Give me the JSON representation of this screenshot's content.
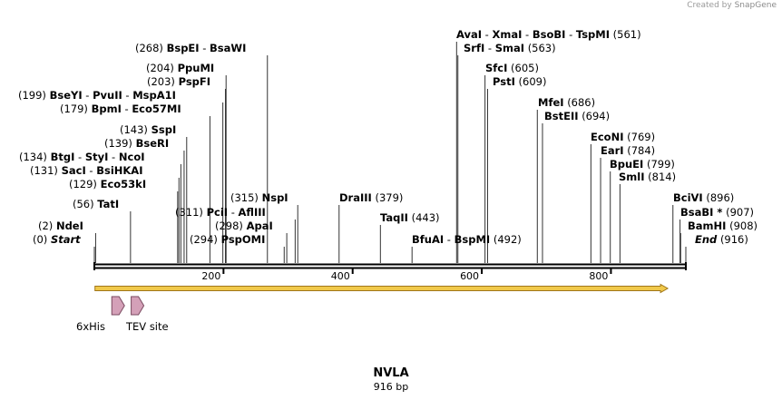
{
  "credit": {
    "prefix": "Created by",
    "brand": "SnapGene"
  },
  "map": {
    "title": "NVLA",
    "subtitle": "916 bp",
    "total_bp": 916,
    "ticks": [
      "200",
      "400",
      "600",
      "800"
    ],
    "features": [
      {
        "label": "6xHis",
        "start": 20,
        "end": 40
      },
      {
        "label": "TEV site",
        "start": 50,
        "end": 70
      }
    ],
    "orf": {
      "start": 1,
      "end": 888
    },
    "sites": [
      {
        "pos": 0,
        "pos_label": "(0)",
        "enzymes": [
          "Start"
        ],
        "italic": true
      },
      {
        "pos": 2,
        "pos_label": "(2)",
        "enzymes": [
          "NdeI"
        ]
      },
      {
        "pos": 56,
        "pos_label": "(56)",
        "enzymes": [
          "TatI"
        ]
      },
      {
        "pos": 129,
        "pos_label": "(129)",
        "enzymes": [
          "Eco53kI"
        ]
      },
      {
        "pos": 131,
        "pos_label": "(131)",
        "enzymes": [
          "SacI",
          "BsiHKAI"
        ]
      },
      {
        "pos": 134,
        "pos_label": "(134)",
        "enzymes": [
          "BtgI",
          "StyI",
          "NcoI"
        ]
      },
      {
        "pos": 139,
        "pos_label": "(139)",
        "enzymes": [
          "BseRI"
        ]
      },
      {
        "pos": 143,
        "pos_label": "(143)",
        "enzymes": [
          "SspI"
        ]
      },
      {
        "pos": 179,
        "pos_label": "(179)",
        "enzymes": [
          "BpmI",
          "Eco57MI"
        ]
      },
      {
        "pos": 199,
        "pos_label": "(199)",
        "enzymes": [
          "BseYI",
          "PvuII",
          "MspA1I"
        ]
      },
      {
        "pos": 203,
        "pos_label": "(203)",
        "enzymes": [
          "PspFI"
        ]
      },
      {
        "pos": 204,
        "pos_label": "(204)",
        "enzymes": [
          "PpuMI"
        ]
      },
      {
        "pos": 268,
        "pos_label": "(268)",
        "enzymes": [
          "BspEI",
          "BsaWI"
        ]
      },
      {
        "pos": 294,
        "pos_label": "(294)",
        "enzymes": [
          "PspOMI"
        ]
      },
      {
        "pos": 298,
        "pos_label": "(298)",
        "enzymes": [
          "ApaI"
        ]
      },
      {
        "pos": 311,
        "pos_label": "(311)",
        "enzymes": [
          "PciI",
          "AflIII"
        ]
      },
      {
        "pos": 315,
        "pos_label": "(315)",
        "enzymes": [
          "NspI"
        ]
      },
      {
        "pos": 379,
        "pos_label": "(379)",
        "enzymes": [
          "DraIII"
        ]
      },
      {
        "pos": 443,
        "pos_label": "(443)",
        "enzymes": [
          "TaqII"
        ]
      },
      {
        "pos": 492,
        "pos_label": "(492)",
        "enzymes": [
          "BfuAI",
          "BspMI"
        ]
      },
      {
        "pos": 561,
        "pos_label": "(561)",
        "enzymes": [
          "AvaI",
          "XmaI",
          "BsoBI",
          "TspMI"
        ]
      },
      {
        "pos": 563,
        "pos_label": "(563)",
        "enzymes": [
          "SrfI",
          "SmaI"
        ]
      },
      {
        "pos": 605,
        "pos_label": "(605)",
        "enzymes": [
          "SfcI"
        ]
      },
      {
        "pos": 609,
        "pos_label": "(609)",
        "enzymes": [
          "PstI"
        ]
      },
      {
        "pos": 686,
        "pos_label": "(686)",
        "enzymes": [
          "MfeI"
        ]
      },
      {
        "pos": 694,
        "pos_label": "(694)",
        "enzymes": [
          "BstEII"
        ]
      },
      {
        "pos": 769,
        "pos_label": "(769)",
        "enzymes": [
          "EcoNI"
        ]
      },
      {
        "pos": 784,
        "pos_label": "(784)",
        "enzymes": [
          "EarI"
        ]
      },
      {
        "pos": 799,
        "pos_label": "(799)",
        "enzymes": [
          "BpuEI"
        ]
      },
      {
        "pos": 814,
        "pos_label": "(814)",
        "enzymes": [
          "SmlI"
        ]
      },
      {
        "pos": 896,
        "pos_label": "(896)",
        "enzymes": [
          "BciVI"
        ]
      },
      {
        "pos": 907,
        "pos_label": "(907)",
        "enzymes": [
          "BsaBI *"
        ]
      },
      {
        "pos": 908,
        "pos_label": "(908)",
        "enzymes": [
          "BamHI"
        ]
      },
      {
        "pos": 916,
        "pos_label": "(916)",
        "enzymes": [
          "End"
        ],
        "italic": true
      }
    ]
  },
  "colors": {
    "backbone": "#000000",
    "orf_fill": "#f0c84a",
    "orf_edge": "#a0761a",
    "feature_fill": "#d4a0b8",
    "feature_edge": "#7a4a60"
  }
}
